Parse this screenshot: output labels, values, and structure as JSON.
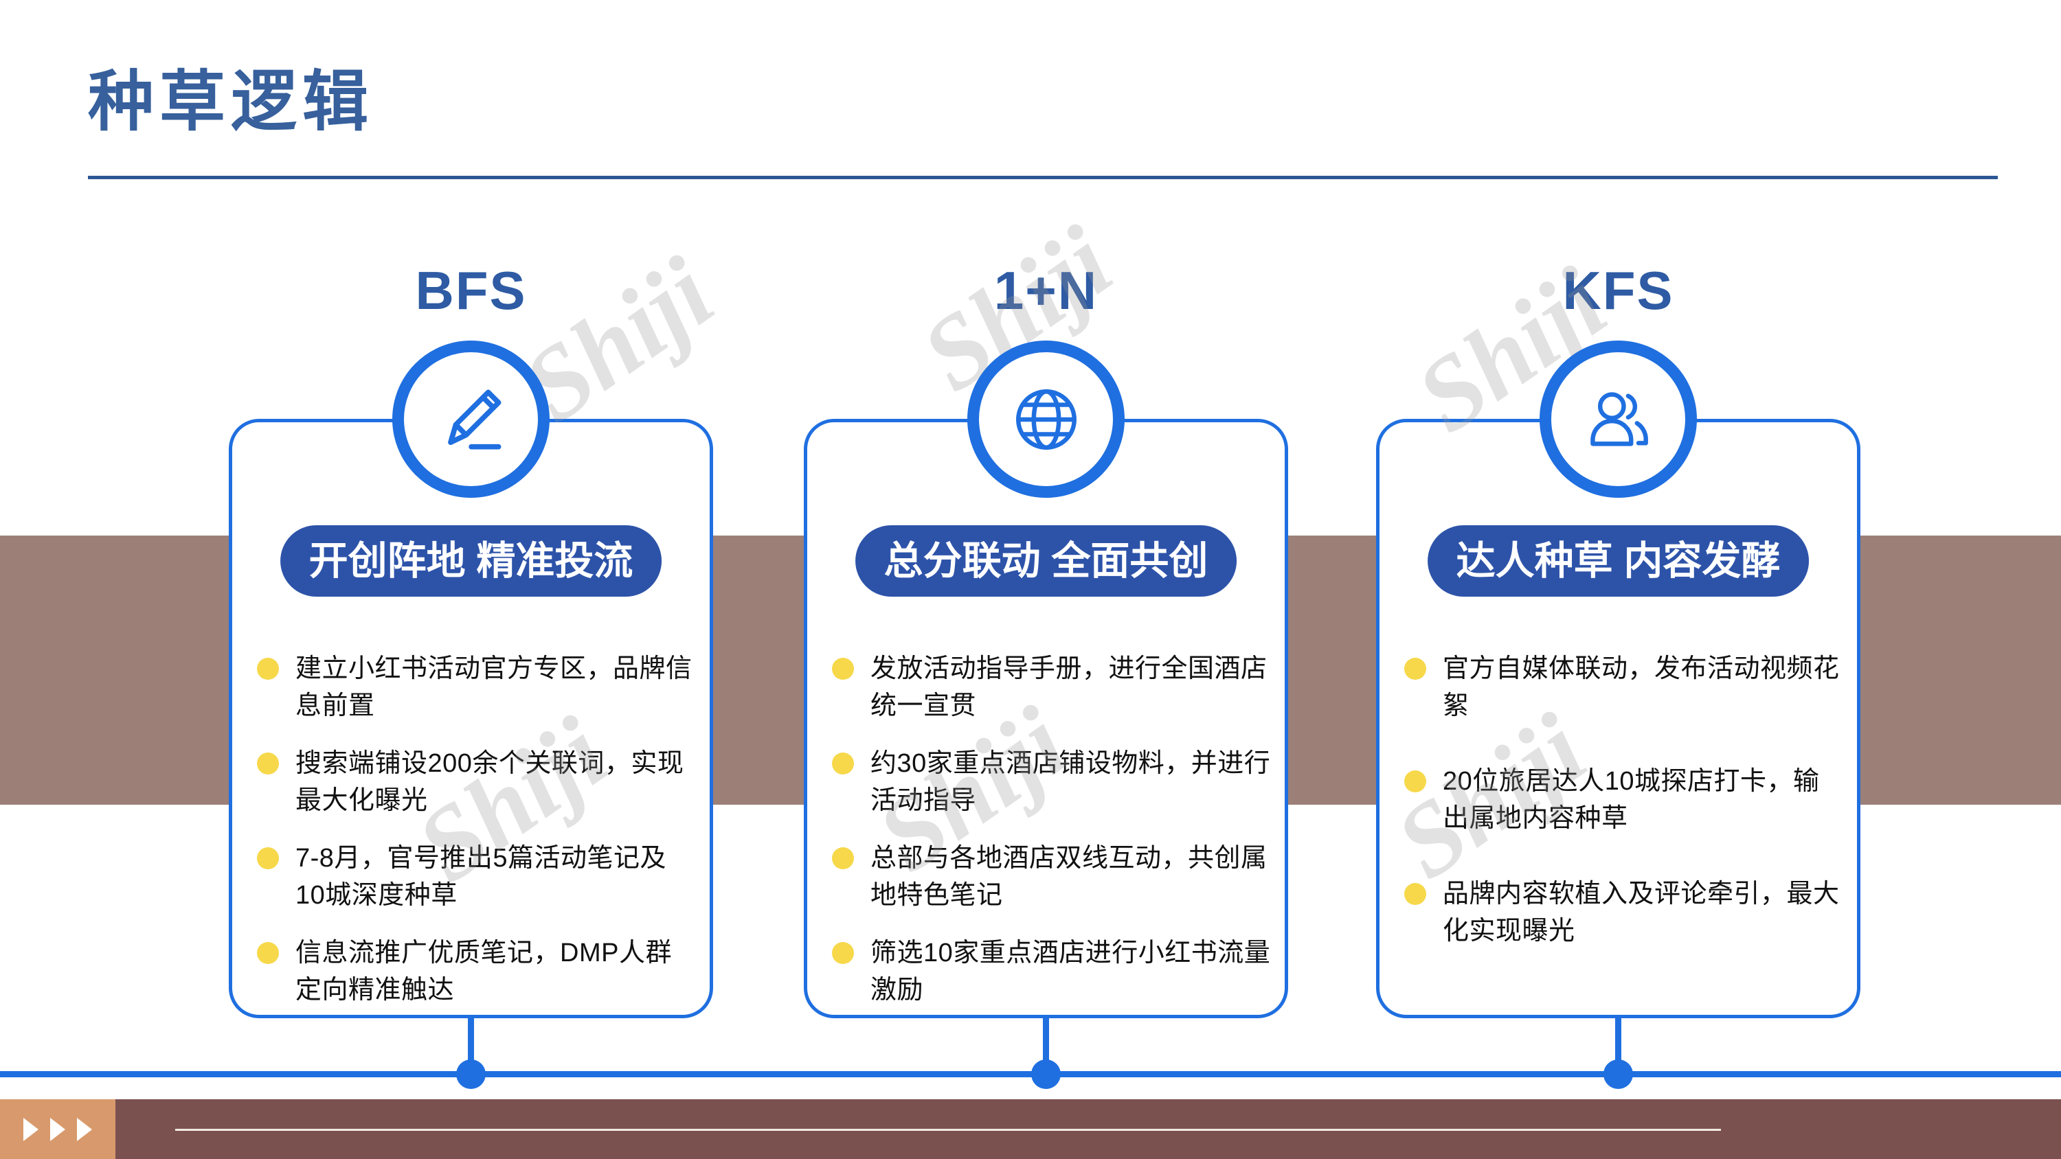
{
  "page": {
    "title": "种草逻辑",
    "watermark": "Shiji"
  },
  "columns": [
    {
      "heading": "BFS",
      "icon": "pencil-icon",
      "pill": "开创阵地 精准投流",
      "bullets": [
        "建立小红书活动官方专区，品牌信息前置",
        "搜索端铺设200余个关联词，实现最大化曝光",
        "7-8月，官号推出5篇活动笔记及10城深度种草",
        "信息流推广优质笔记，DMP人群定向精准触达"
      ]
    },
    {
      "heading": "1+N",
      "icon": "globe-icon",
      "pill": "总分联动 全面共创",
      "bullets": [
        "发放活动指导手册，进行全国酒店统一宣贯",
        "约30家重点酒店铺设物料，并进行活动指导",
        "总部与各地酒店双线互动，共创属地特色笔记",
        "筛选10家重点酒店进行小红书流量激励"
      ]
    },
    {
      "heading": "KFS",
      "icon": "people-icon",
      "pill": "达人种草 内容发酵",
      "bullets": [
        "官方自媒体联动，发布活动视频花絮",
        "20位旅居达人10城探店打卡，输出属地内容种草",
        "品牌内容软植入及评论牵引，最大化实现曝光"
      ]
    }
  ],
  "colors": {
    "accent_blue": "#1f6fe0",
    "pill_blue": "#2d53a9",
    "title_blue": "#37609c",
    "heading_blue": "#2e5ba3",
    "divider_blue": "#2c5794",
    "bullet_yellow": "#f6d84a",
    "band_mauve": "#9c8078",
    "footer_maroon": "#7b5150",
    "footer_orange": "#d89a6c"
  }
}
